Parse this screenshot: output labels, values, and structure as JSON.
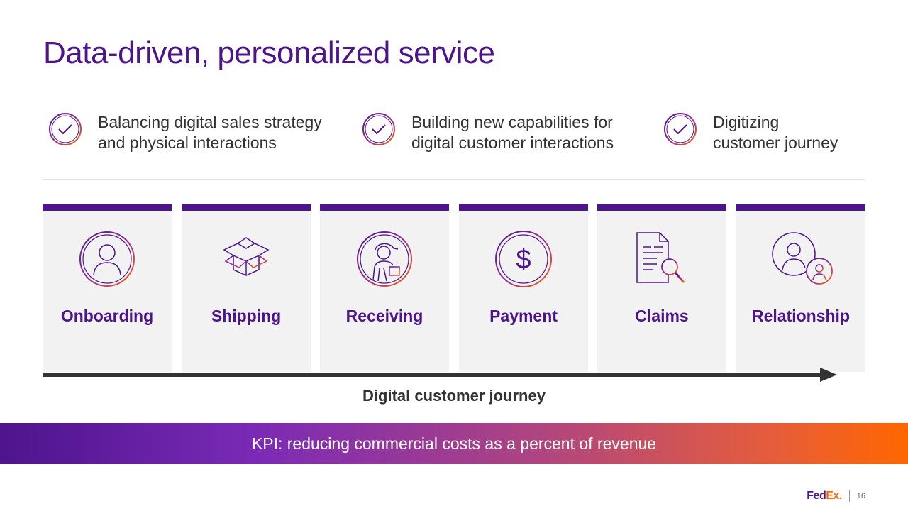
{
  "title": "Data-driven, personalized service",
  "objectives": [
    {
      "line1": "Balancing digital sales strategy",
      "line2": "and physical interactions"
    },
    {
      "line1": "Building new capabilities for",
      "line2": "digital customer interactions"
    },
    {
      "line1": "Digitizing",
      "line2": "customer journey"
    }
  ],
  "stages": [
    {
      "label": "Onboarding",
      "icon": "person-icon"
    },
    {
      "label": "Shipping",
      "icon": "box-icon"
    },
    {
      "label": "Receiving",
      "icon": "delivery-person-icon"
    },
    {
      "label": "Payment",
      "icon": "dollar-icon"
    },
    {
      "label": "Claims",
      "icon": "document-search-icon"
    },
    {
      "label": "Relationship",
      "icon": "people-icon"
    }
  ],
  "journey_label": "Digital customer journey",
  "kpi": "KPI: reducing commercial costs as a percent of revenue",
  "footer": {
    "logo_fed": "Fed",
    "logo_ex": "Ex",
    "logo_dot": ".",
    "page": "16"
  },
  "colors": {
    "purple": "#4d148c",
    "orange": "#ff6600",
    "gray_bg": "#f2f2f2"
  }
}
